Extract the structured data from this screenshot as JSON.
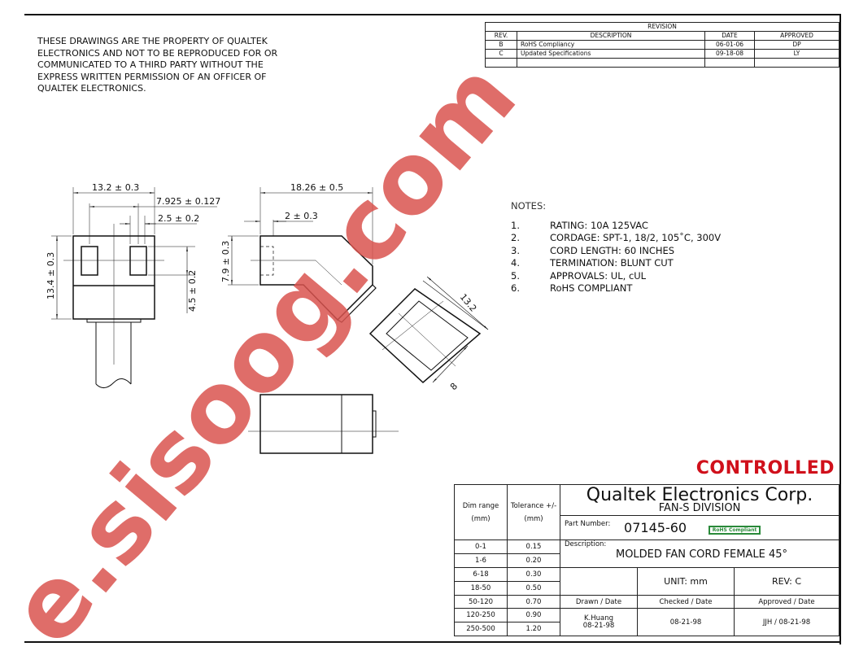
{
  "property_notice": "THESE DRAWINGS ARE THE PROPERTY OF QUALTEK ELECTRONICS AND NOT TO BE REPRODUCED FOR OR COMMUNICATED TO A THIRD PARTY WITHOUT THE EXPRESS WRITTEN PERMISSION OF AN OFFICER OF QUALTEK ELECTRONICS.",
  "revision": {
    "title": "REVISION",
    "headers": [
      "REV.",
      "DESCRIPTION",
      "DATE",
      "APPROVED"
    ],
    "rows": [
      [
        "B",
        "RoHS Compliancy",
        "06-01-06",
        "DP"
      ],
      [
        "C",
        "Updated Specifications",
        "09-18-08",
        "LY"
      ]
    ]
  },
  "dimensions": {
    "width": "13.2 ± 0.3",
    "pin_spacing": "7.925 ± 0.127",
    "pin_width": "2.5 ± 0.2",
    "height": "13.4 ± 0.3",
    "pin_height": "4.5 ± 0.2",
    "side_length": "18.26 ± 0.5",
    "side_offset": "2 ± 0.3",
    "side_height": "7.9 ± 0.3",
    "diag_a": "13.2",
    "diag_b": "8"
  },
  "notes": {
    "title": "NOTES:",
    "items": [
      {
        "num": "1.",
        "text": "RATING: 10A 125VAC"
      },
      {
        "num": "2.",
        "text": "CORDAGE:   SPT-1, 18/2, 105˚C, 300V"
      },
      {
        "num": "3.",
        "text": "CORD LENGTH:   60 INCHES"
      },
      {
        "num": "4.",
        "text": "TERMINATION:    BLUNT CUT"
      },
      {
        "num": "5.",
        "text": "APPROVALS:  UL, cUL"
      },
      {
        "num": "6.",
        "text": "RoHS COMPLIANT"
      }
    ]
  },
  "status": "CONTROLLED",
  "title_block": {
    "dim_header": "Dim range (mm)",
    "tol_header": "Tolerance +/- (mm)",
    "tolerances": [
      [
        "0-1",
        "0.15"
      ],
      [
        "1-6",
        "0.20"
      ],
      [
        "6-18",
        "0.30"
      ],
      [
        "18-50",
        "0.50"
      ],
      [
        "50-120",
        "0.70"
      ],
      [
        "120-250",
        "0.90"
      ],
      [
        "250-500",
        "1.20"
      ]
    ],
    "company": "Qualtek Electronics Corp.",
    "division": "FAN-S DIVISION",
    "part_number_label": "Part Number:",
    "part_number": "07145-60",
    "rohs_badge": "RoHS Compliant",
    "description_label": "Description:",
    "description": "MOLDED FAN CORD FEMALE 45°",
    "unit": "UNIT: mm",
    "rev": "REV: C",
    "drawn_label": "Drawn / Date",
    "checked_label": "Checked / Date",
    "approved_label": "Approved / Date",
    "drawn_by": "K.Huang",
    "drawn_date": "08-21-98",
    "checked": "08-21-98",
    "approved": "JJH / 08-21-98"
  },
  "watermark": "e.sisoog.com",
  "colors": {
    "controlled": "#d0101b",
    "rohs": "#2a8a3a",
    "watermark": "#d9534f"
  }
}
